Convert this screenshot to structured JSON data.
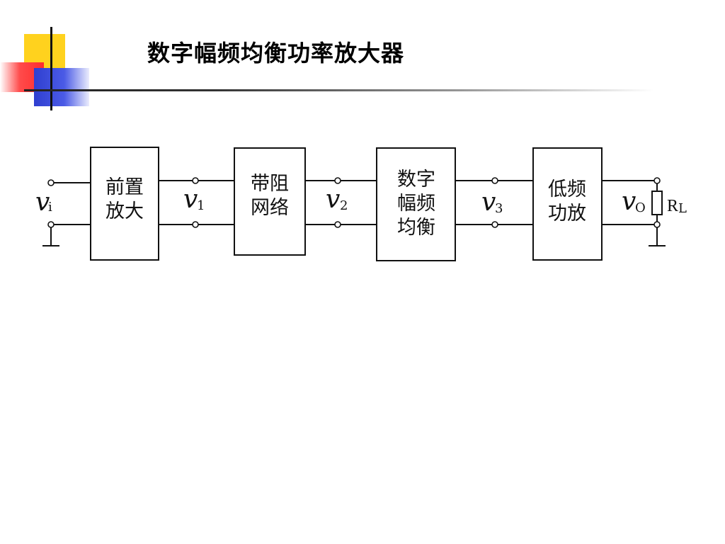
{
  "title": "数字幅频均衡功率放大器",
  "blocks": {
    "preamp": {
      "line1": "前置",
      "line2": "放大"
    },
    "bandstop": {
      "line1": "带阻",
      "line2": "网络"
    },
    "equalizer": {
      "line1": "数字",
      "line2": "幅频",
      "line3": "均衡"
    },
    "poweramp": {
      "line1": "低频",
      "line2": "功放"
    }
  },
  "signals": {
    "input": {
      "symbol": "v",
      "subscript": "i"
    },
    "s1": {
      "symbol": "v",
      "subscript": "1"
    },
    "s2": {
      "symbol": "v",
      "subscript": "2"
    },
    "s3": {
      "symbol": "v",
      "subscript": "3"
    },
    "output": {
      "symbol": "v",
      "subscript": "O"
    }
  },
  "load": {
    "symbol": "R",
    "subscript": "L"
  }
}
